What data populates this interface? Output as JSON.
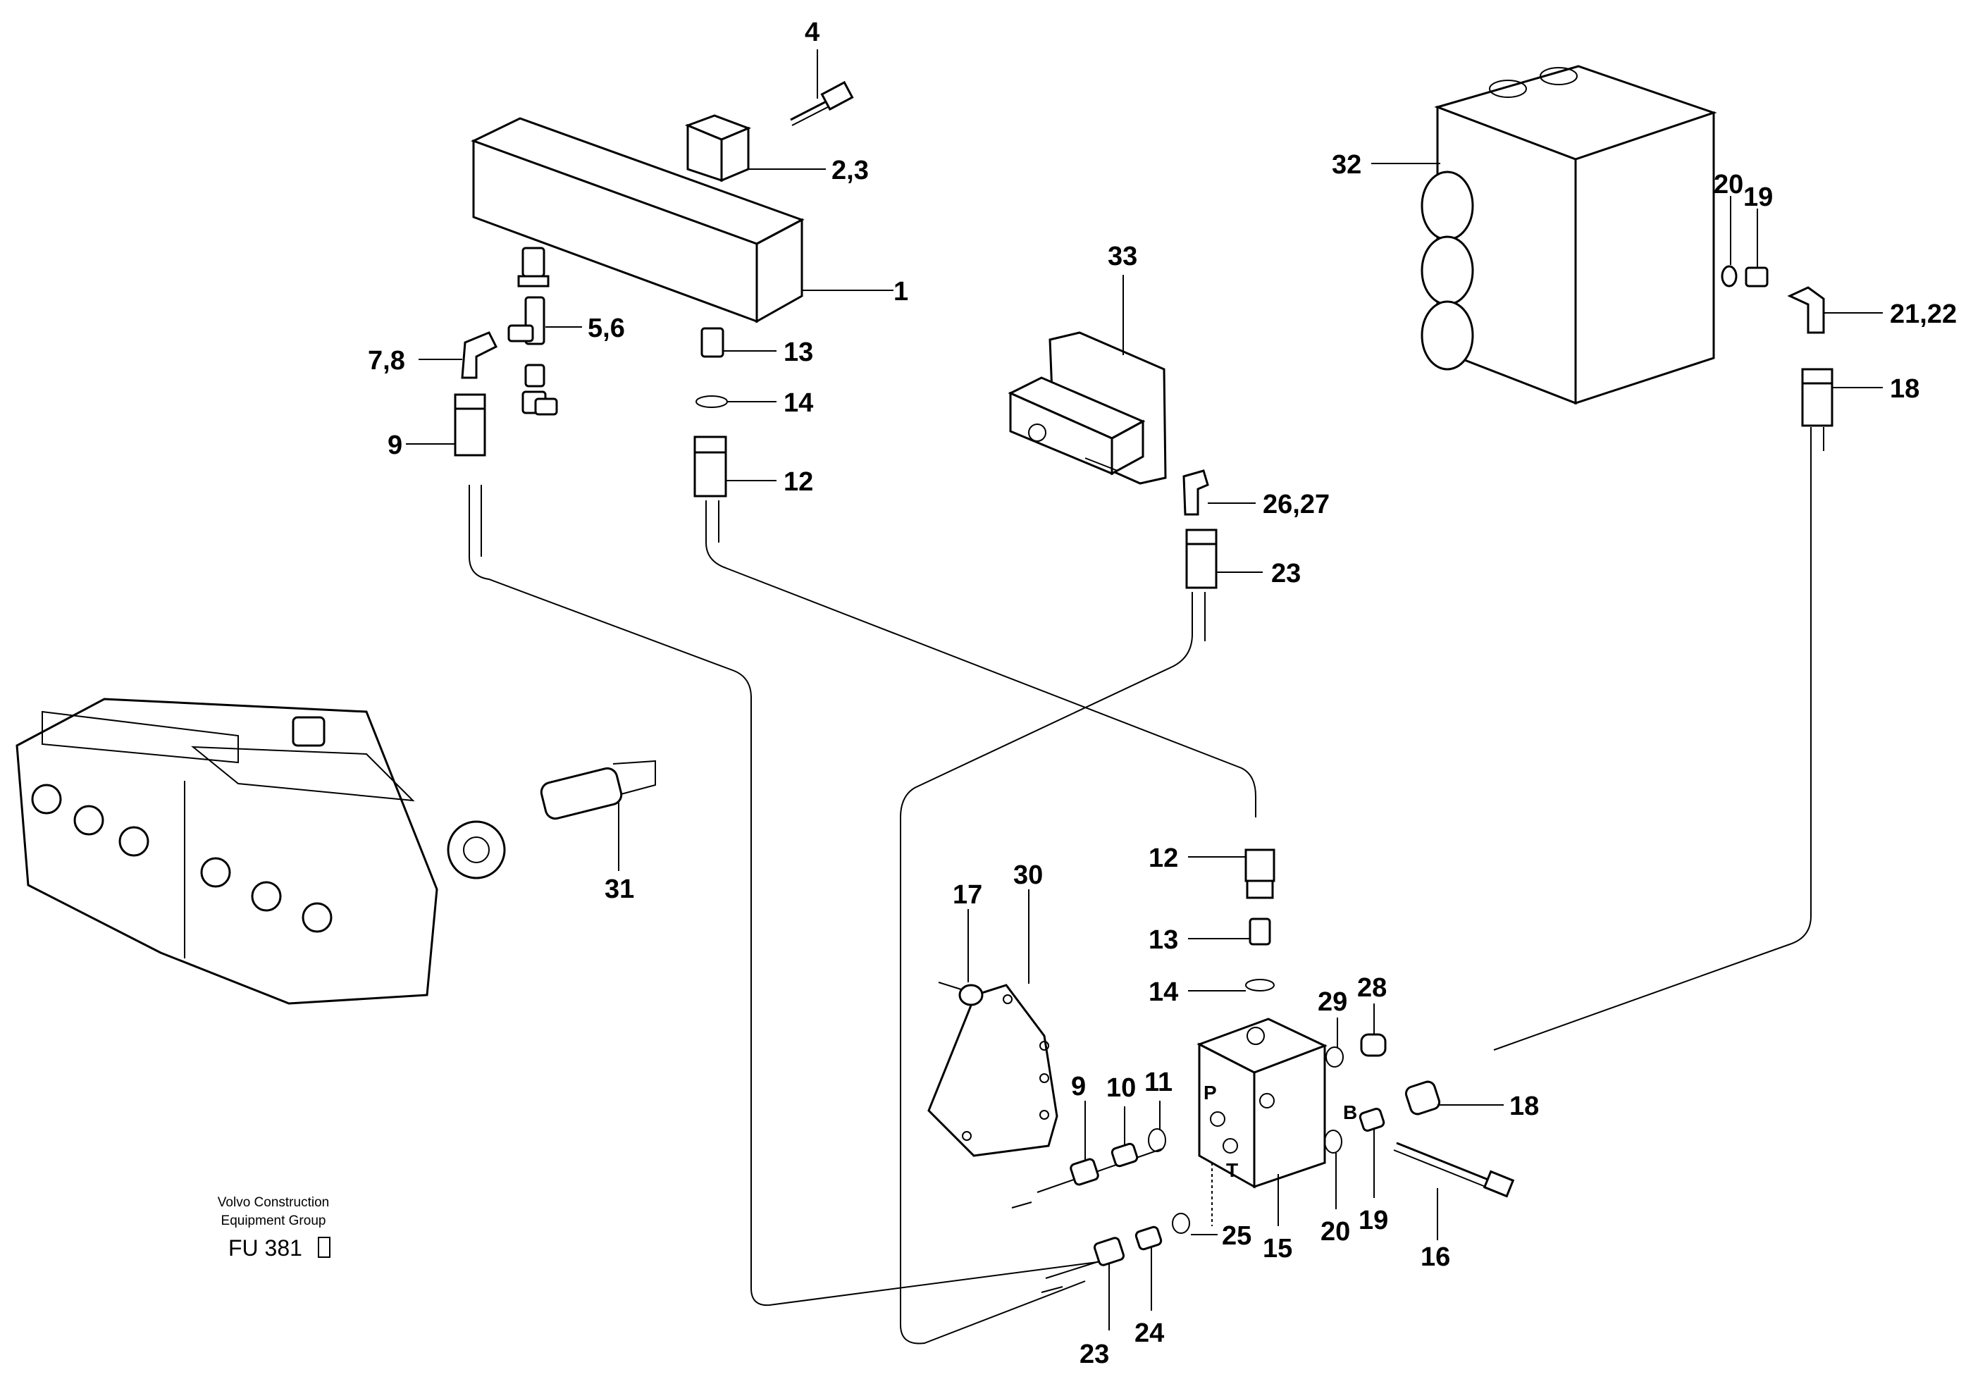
{
  "diagram": {
    "callouts": {
      "c1": "1",
      "c23": "2,3",
      "c4": "4",
      "c56": "5,6",
      "c78": "7,8",
      "c9a": "9",
      "c12a": "12",
      "c13a": "13",
      "c14a": "14",
      "c33": "33",
      "c2627": "26,27",
      "c23a": "23",
      "c32": "32",
      "c20a": "20",
      "c19a": "19",
      "c2122": "21,22",
      "c18a": "18",
      "c31": "31",
      "c12b": "12",
      "c13b": "13",
      "c14b": "14",
      "c17": "17",
      "c30": "30",
      "c29": "29",
      "c28": "28",
      "c9b": "9",
      "c10": "10",
      "c11": "11",
      "c18b": "18",
      "c20b": "20",
      "c19b": "19",
      "c16": "16",
      "c15": "15",
      "c25": "25",
      "c23b": "23",
      "c24": "24"
    },
    "ports": {
      "p": "P",
      "t": "T",
      "b": "B"
    }
  },
  "footer": {
    "line1": "Volvo Construction",
    "line2": "Equipment Group",
    "code": "FU 381"
  }
}
